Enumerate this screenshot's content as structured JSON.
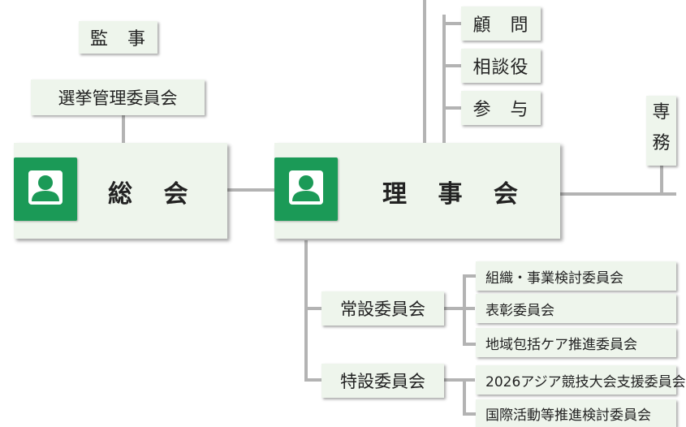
{
  "diagram": {
    "auditor": "監　事",
    "election_committee": "選挙管理委員会",
    "general_assembly": "総 会",
    "board": "理 事 会",
    "advisor": "顧　問",
    "counselor": "相談役",
    "consultant": "参　与",
    "executive_partial": [
      "専",
      "務"
    ],
    "standing_committees": {
      "label": "常設委員会",
      "children": [
        "組織・事業検討委員会",
        "表彰委員会",
        "地域包括ケア推進委員会"
      ]
    },
    "special_committees": {
      "label": "特設委員会",
      "children": [
        "2026アジア競技大会支援委員会",
        "国際活動等推進検討委員会"
      ]
    }
  },
  "colors": {
    "box_fill": "#eef5ec",
    "icon_green": "#1b9a57",
    "connector": "#b3b3b3"
  }
}
